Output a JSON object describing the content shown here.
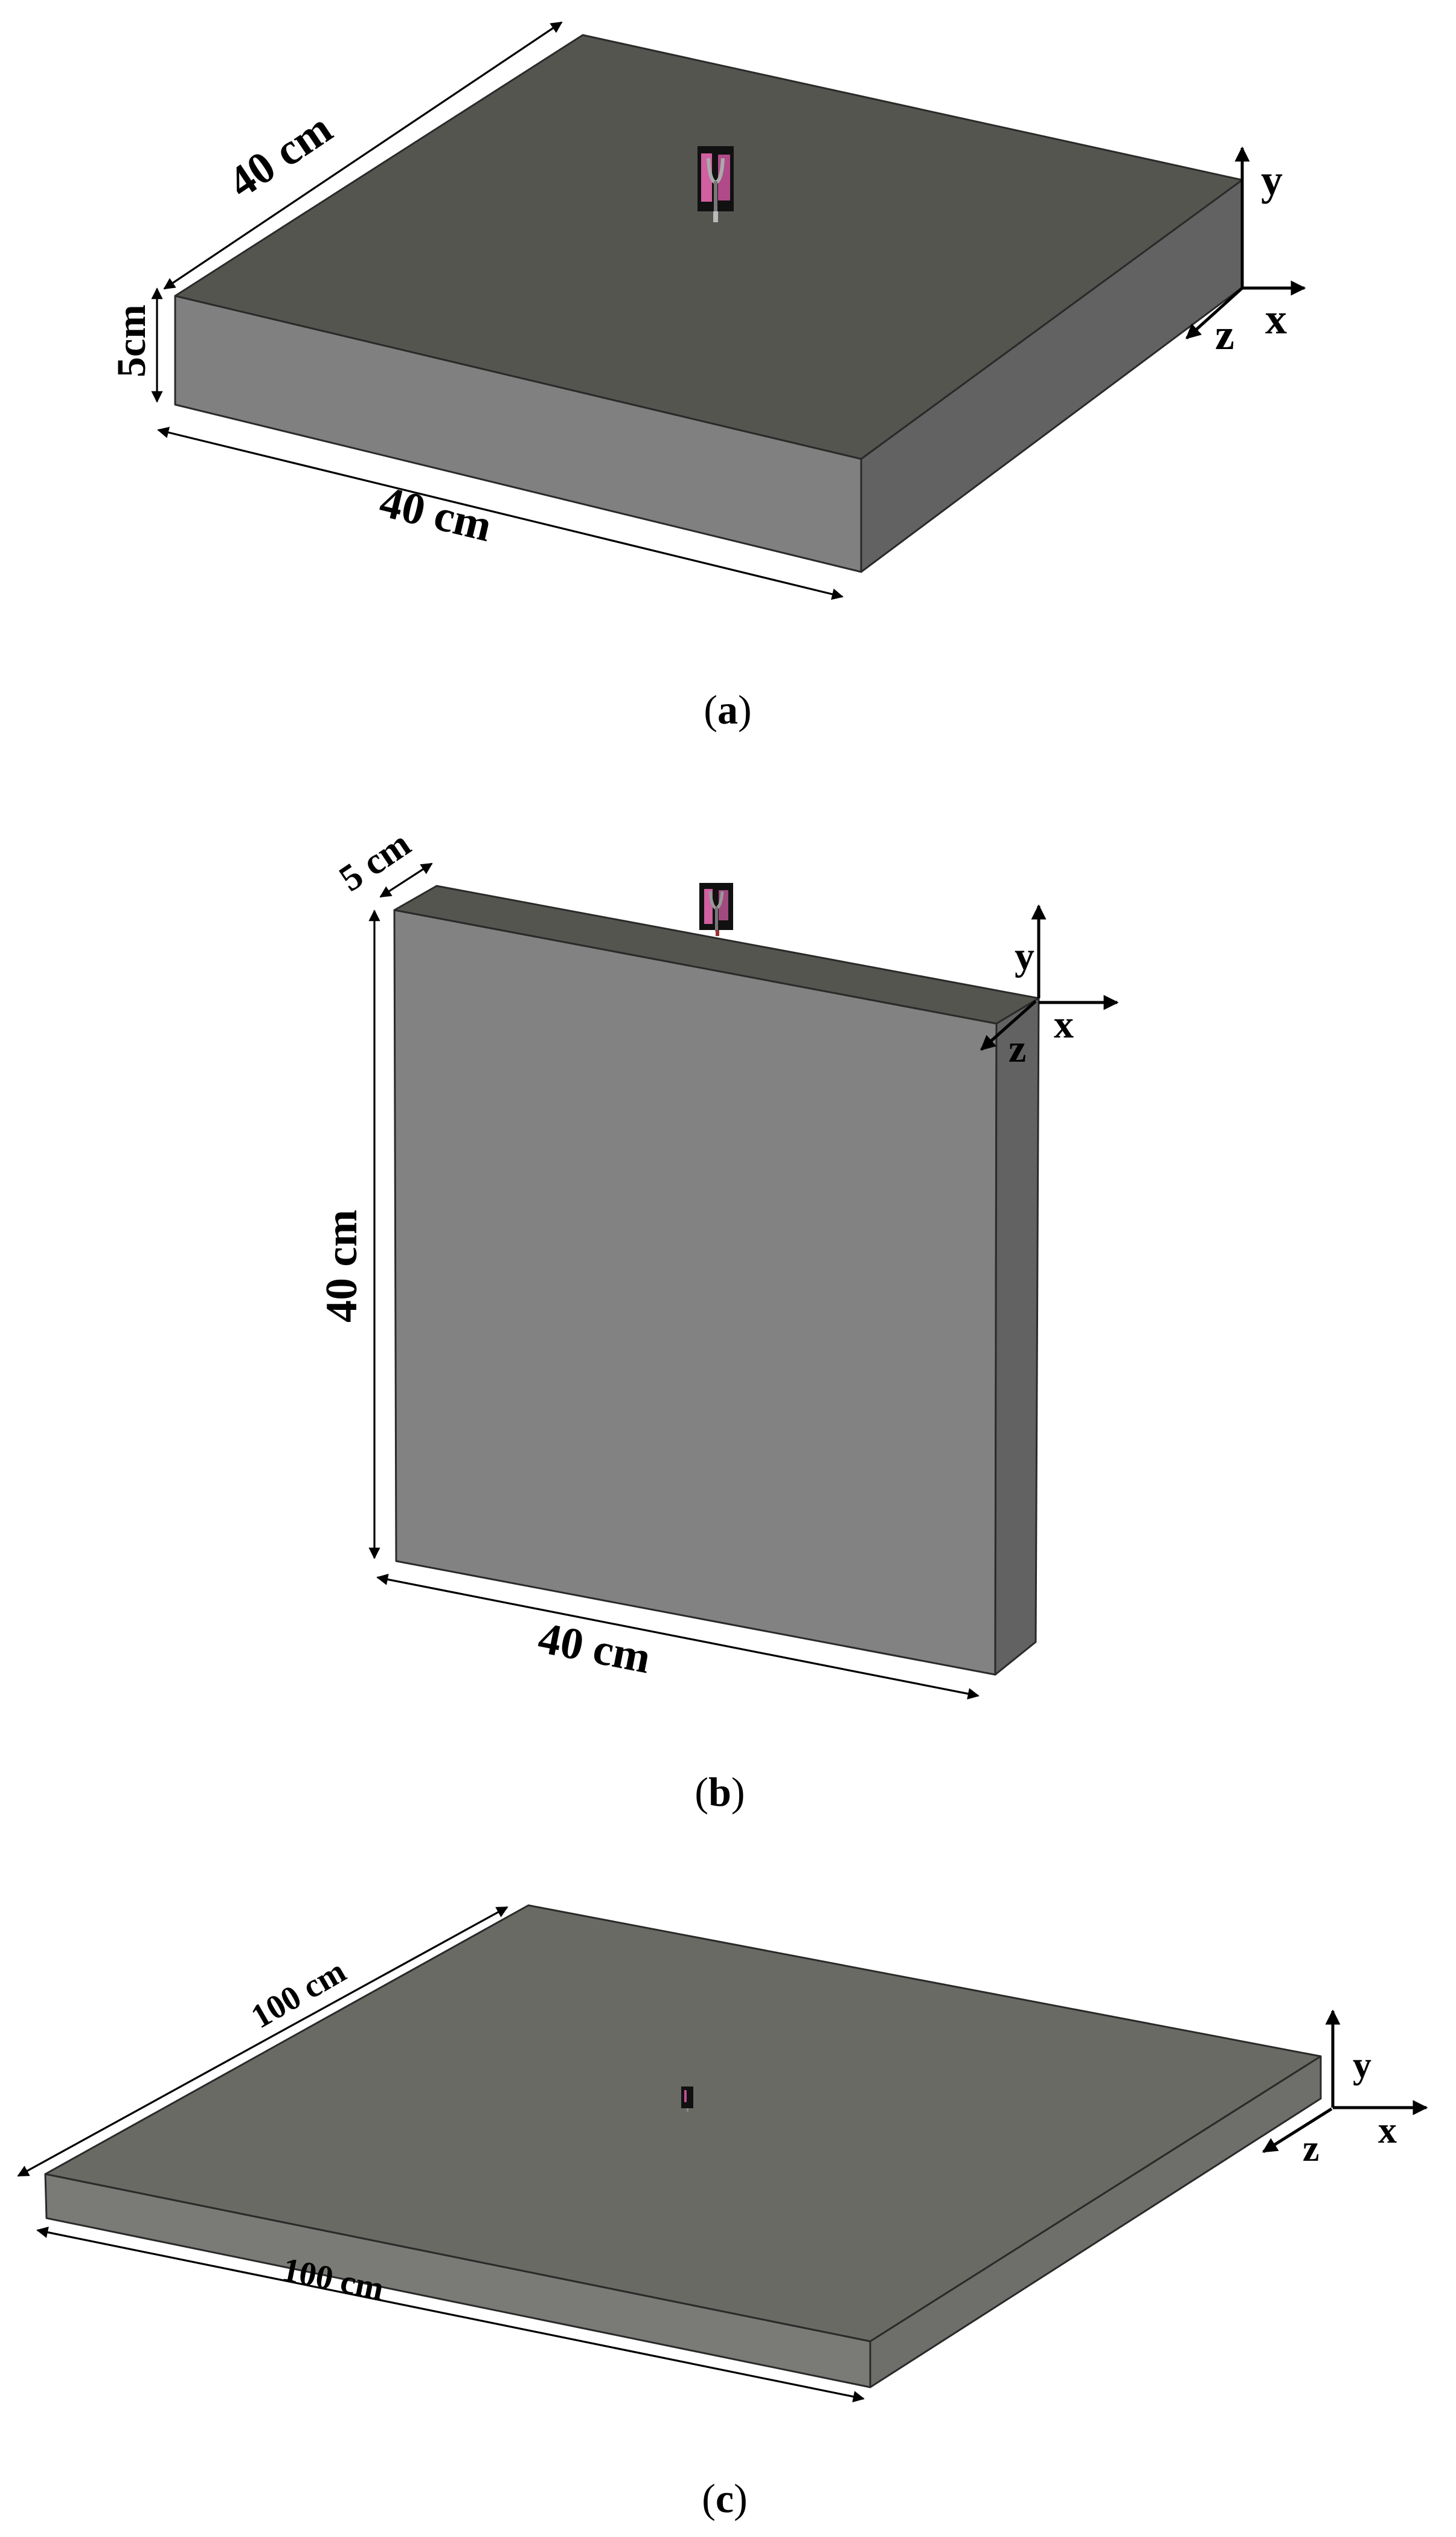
{
  "figure": {
    "panels": [
      {
        "id": "a",
        "caption_letter": "a",
        "caption_open": "(",
        "caption_close": ")",
        "description": "Box model, antenna on top face",
        "dimensions": {
          "width_back": "40 cm",
          "width_front": "40 cm",
          "thickness": "5cm"
        },
        "axes": {
          "x": "x",
          "y": "y",
          "z": "z"
        },
        "colors": {
          "top": "#555550",
          "front": "#808080",
          "right": "#626262"
        }
      },
      {
        "id": "b",
        "caption_letter": "b",
        "caption_open": "(",
        "caption_close": ")",
        "description": "Upright slab, antenna on top edge",
        "dimensions": {
          "thickness": "5 cm",
          "height": "40 cm",
          "width": "40 cm"
        },
        "axes": {
          "x": "x",
          "y": "y",
          "z": "z"
        },
        "colors": {
          "top": "#555550",
          "front": "#828282",
          "right": "#626262"
        }
      },
      {
        "id": "c",
        "caption_letter": "c",
        "caption_open": "(",
        "caption_close": ")",
        "description": "Large thin slab, antenna on top face",
        "dimensions": {
          "width_back": "100 cm",
          "width_front": "100 cm"
        },
        "axes": {
          "x": "x",
          "y": "y",
          "z": "z"
        },
        "colors": {
          "top": "#6a6a64",
          "front": "#7a7a76",
          "right": "#6e6e6a"
        }
      }
    ],
    "antenna": {
      "substrate": "#111111",
      "patch": "#d060a0",
      "feed": "#9a9a9a"
    }
  }
}
